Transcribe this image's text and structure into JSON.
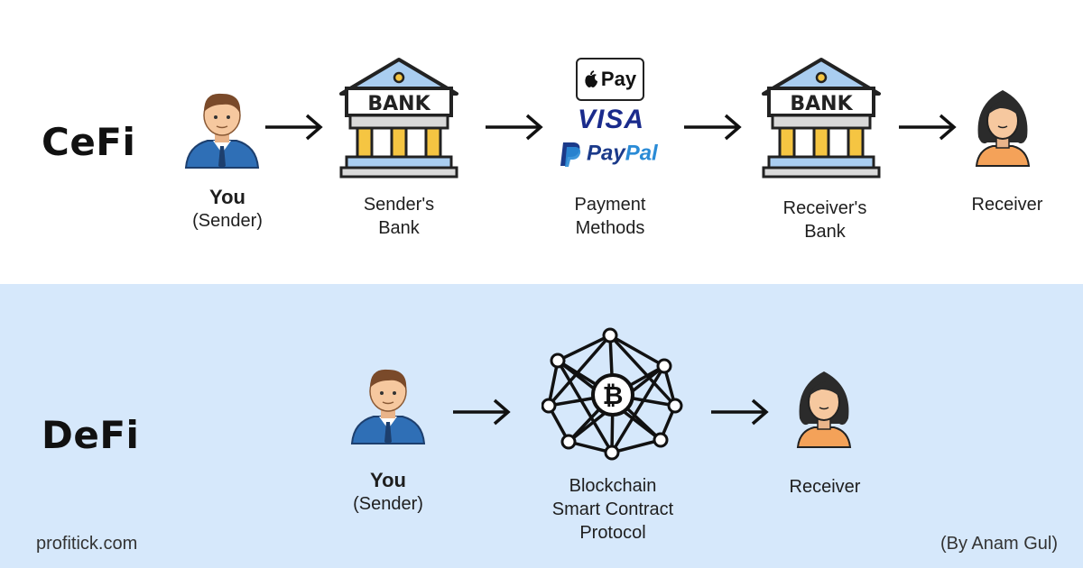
{
  "cefi": {
    "title": "CeFi",
    "nodes": {
      "you": {
        "title": "You",
        "subtitle": "(Sender)"
      },
      "sender_bank": {
        "line1": "Sender's",
        "line2": "Bank",
        "sign": "BANK"
      },
      "payment": {
        "line1": "Payment",
        "line2": "Methods",
        "apple_pay": "Pay",
        "visa": "VISA",
        "paypal_pay": "Pay",
        "paypal_pal": "Pal"
      },
      "receiver_bank": {
        "line1": "Receiver's",
        "line2": "Bank",
        "sign": "BANK"
      },
      "receiver": {
        "label": "Receiver"
      }
    }
  },
  "defi": {
    "title": "DeFi",
    "nodes": {
      "you": {
        "title": "You",
        "subtitle": "(Sender)"
      },
      "blockchain": {
        "line1": "Blockchain",
        "line2": "Smart Contract",
        "line3": "Protocol"
      },
      "receiver": {
        "label": "Receiver"
      }
    }
  },
  "footer": {
    "left": "profitick.com",
    "right": "(By Anam Gul)"
  },
  "colors": {
    "top_background": "#ffffff",
    "bottom_background": "#d6e8fb",
    "suit": "#2f6fb6",
    "bank_roof": "#a9cdf0",
    "pillar": "#f5c542",
    "skin": "#f6c89f",
    "receiver_shirt": "#f4a259"
  }
}
